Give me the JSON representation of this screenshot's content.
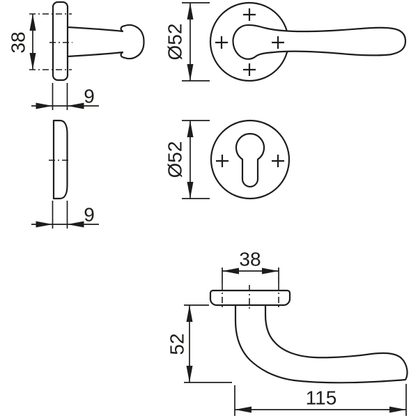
{
  "drawing": {
    "background": "#ffffff",
    "line_color": "#1d1d1b",
    "views": {
      "rose_handle_side": {
        "dim_height": "38",
        "dim_thickness": "9"
      },
      "rose_handle_front": {
        "dim_diameter": "Ø52"
      },
      "escutcheon_side": {
        "dim_thickness": "9"
      },
      "escutcheon_front": {
        "dim_diameter": "Ø52"
      },
      "handle_profile": {
        "dim_rose_width": "38",
        "dim_projection": "52",
        "dim_length": "115"
      }
    }
  }
}
